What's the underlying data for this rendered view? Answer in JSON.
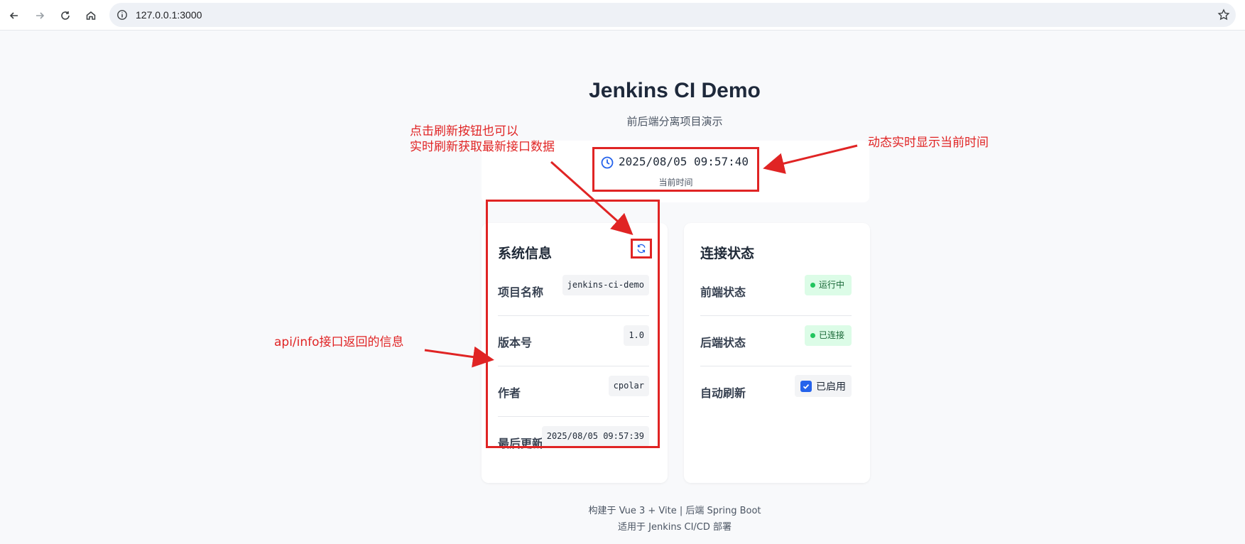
{
  "browser": {
    "url": "127.0.0.1:3000",
    "icons": [
      "back-icon",
      "forward-icon",
      "reload-icon",
      "home-icon",
      "info-icon",
      "star-icon"
    ]
  },
  "header": {
    "title": "Jenkins CI Demo",
    "subtitle": "前后端分离项目演示"
  },
  "time": {
    "value": "2025/08/05 09:57:40",
    "label": "当前时间"
  },
  "system_info": {
    "title": "系统信息",
    "rows": [
      {
        "label": "项目名称",
        "value": "jenkins-ci-demo"
      },
      {
        "label": "版本号",
        "value": "1.0"
      },
      {
        "label": "作者",
        "value": "cpolar"
      },
      {
        "label": "最后更新",
        "value": "2025/08/05 09:57:39"
      }
    ]
  },
  "connection": {
    "title": "连接状态",
    "rows": [
      {
        "label": "前端状态",
        "value": "运行中"
      },
      {
        "label": "后端状态",
        "value": "已连接"
      },
      {
        "label": "自动刷新",
        "value": "已启用"
      }
    ]
  },
  "footer": {
    "line1": "构建于 Vue 3 + Vite | 后端 Spring Boot",
    "line2": "适用于 Jenkins CI/CD 部署"
  },
  "annotations": {
    "refresh_note_line1": "点击刷新按钮也可以",
    "refresh_note_line2": "实时刷新获取最新接口数据",
    "time_note": "动态实时显示当前时间",
    "api_note": "api/info接口返回的信息"
  },
  "colors": {
    "accent": "#2563eb",
    "annotation": "#e02424",
    "status_ok": "#22c55e"
  }
}
